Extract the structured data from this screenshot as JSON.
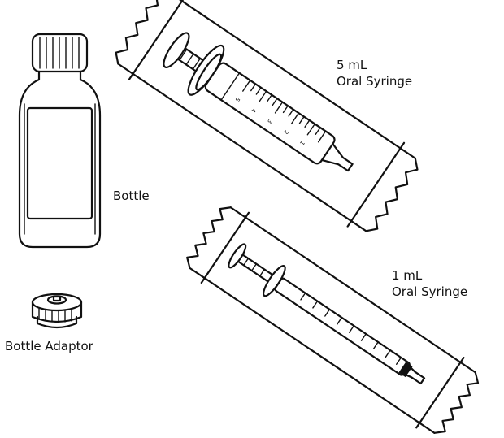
{
  "labels": {
    "syringe_5ml_line1": "5 mL",
    "syringe_5ml_line2": "Oral Syringe",
    "bottle": "Bottle",
    "syringe_1ml_line1": "1 mL",
    "syringe_1ml_line2": "Oral Syringe",
    "bottle_adaptor": "Bottle Adaptor"
  },
  "syringe_5ml_scale": [
    "1",
    "2",
    "3",
    "4",
    "5"
  ],
  "colors": {
    "line": "#111111",
    "background": "#ffffff"
  }
}
